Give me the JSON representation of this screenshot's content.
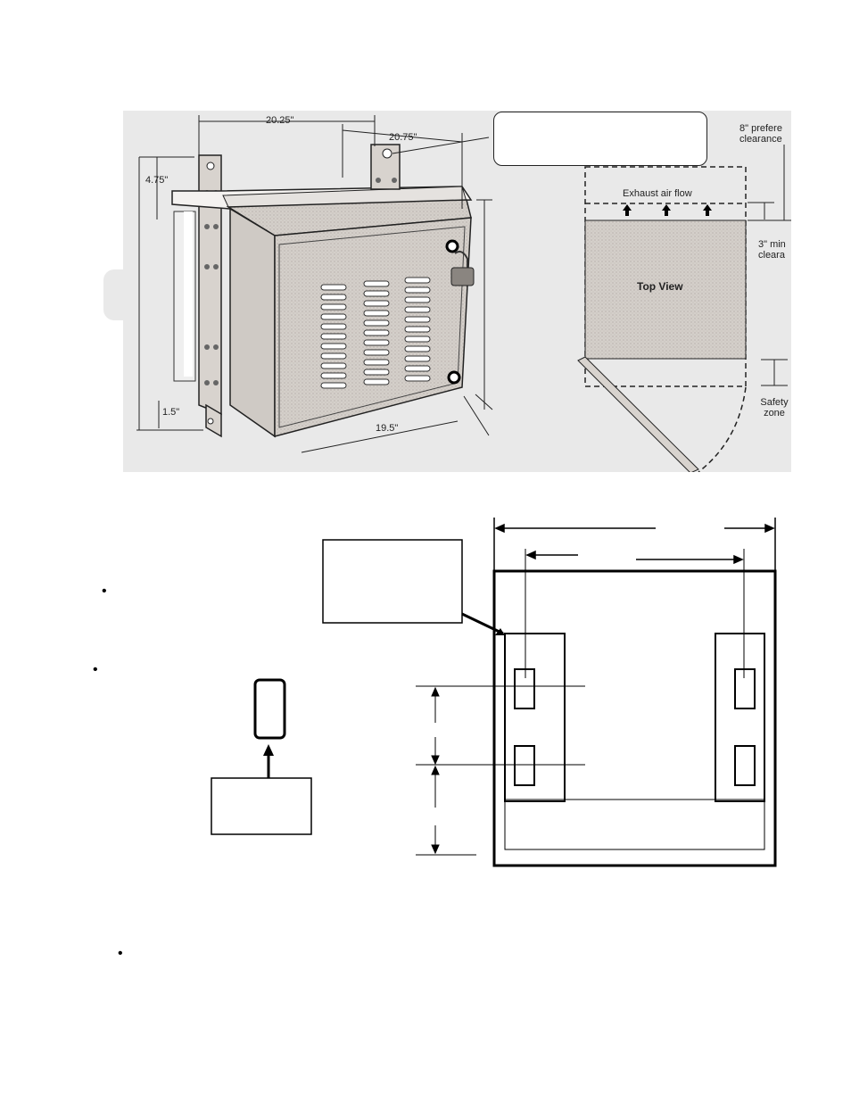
{
  "illustration": {
    "dimensions": {
      "width_top": "20.25\"",
      "width_mount": "20.75\"",
      "height_offset": "4.75\"",
      "bottom_offset": "1.5\"",
      "depth": "19.5\""
    },
    "top_view": {
      "label": "Top View",
      "exhaust": "Exhaust air flow",
      "preferred_clearance": "8\" prefere\nclearance",
      "min_clearance": "3\" min\nclearа",
      "safety_zone": "Safety\nzone"
    }
  },
  "bullets": [
    "•",
    "•",
    "•"
  ]
}
